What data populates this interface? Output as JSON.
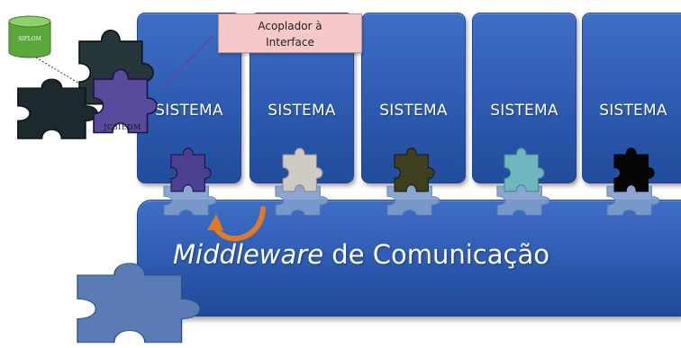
{
  "systems": [
    {
      "label": "SISTEMA",
      "piece_color": "#4b3f8f"
    },
    {
      "label": "SISTEMA",
      "piece_color": "#cfcbc4"
    },
    {
      "label": "SISTEMA",
      "piece_color": "#3e3f1f"
    },
    {
      "label": "SISTEMA",
      "piece_color": "#6fb6bf"
    },
    {
      "label": "SISTEMA",
      "piece_color": "#050505"
    }
  ],
  "callout": {
    "line1": "Acoplador à",
    "line2": "Interface"
  },
  "middleware": {
    "italic": "Middleware",
    "rest": " de Comunicação"
  },
  "siplom_label": "SIPLOM",
  "jc3_label": "JC3IEDM",
  "colors": {
    "box_blue": "#2f5eb4",
    "socket_piece": "#7f9dcc",
    "arrow": "#e07a2a",
    "siplom_db": "#5aa83a",
    "puzzle_dark": "#1c2a2e",
    "puzzle_purple": "#5a4a9c",
    "bottom_piece": "#5b7bb4"
  }
}
